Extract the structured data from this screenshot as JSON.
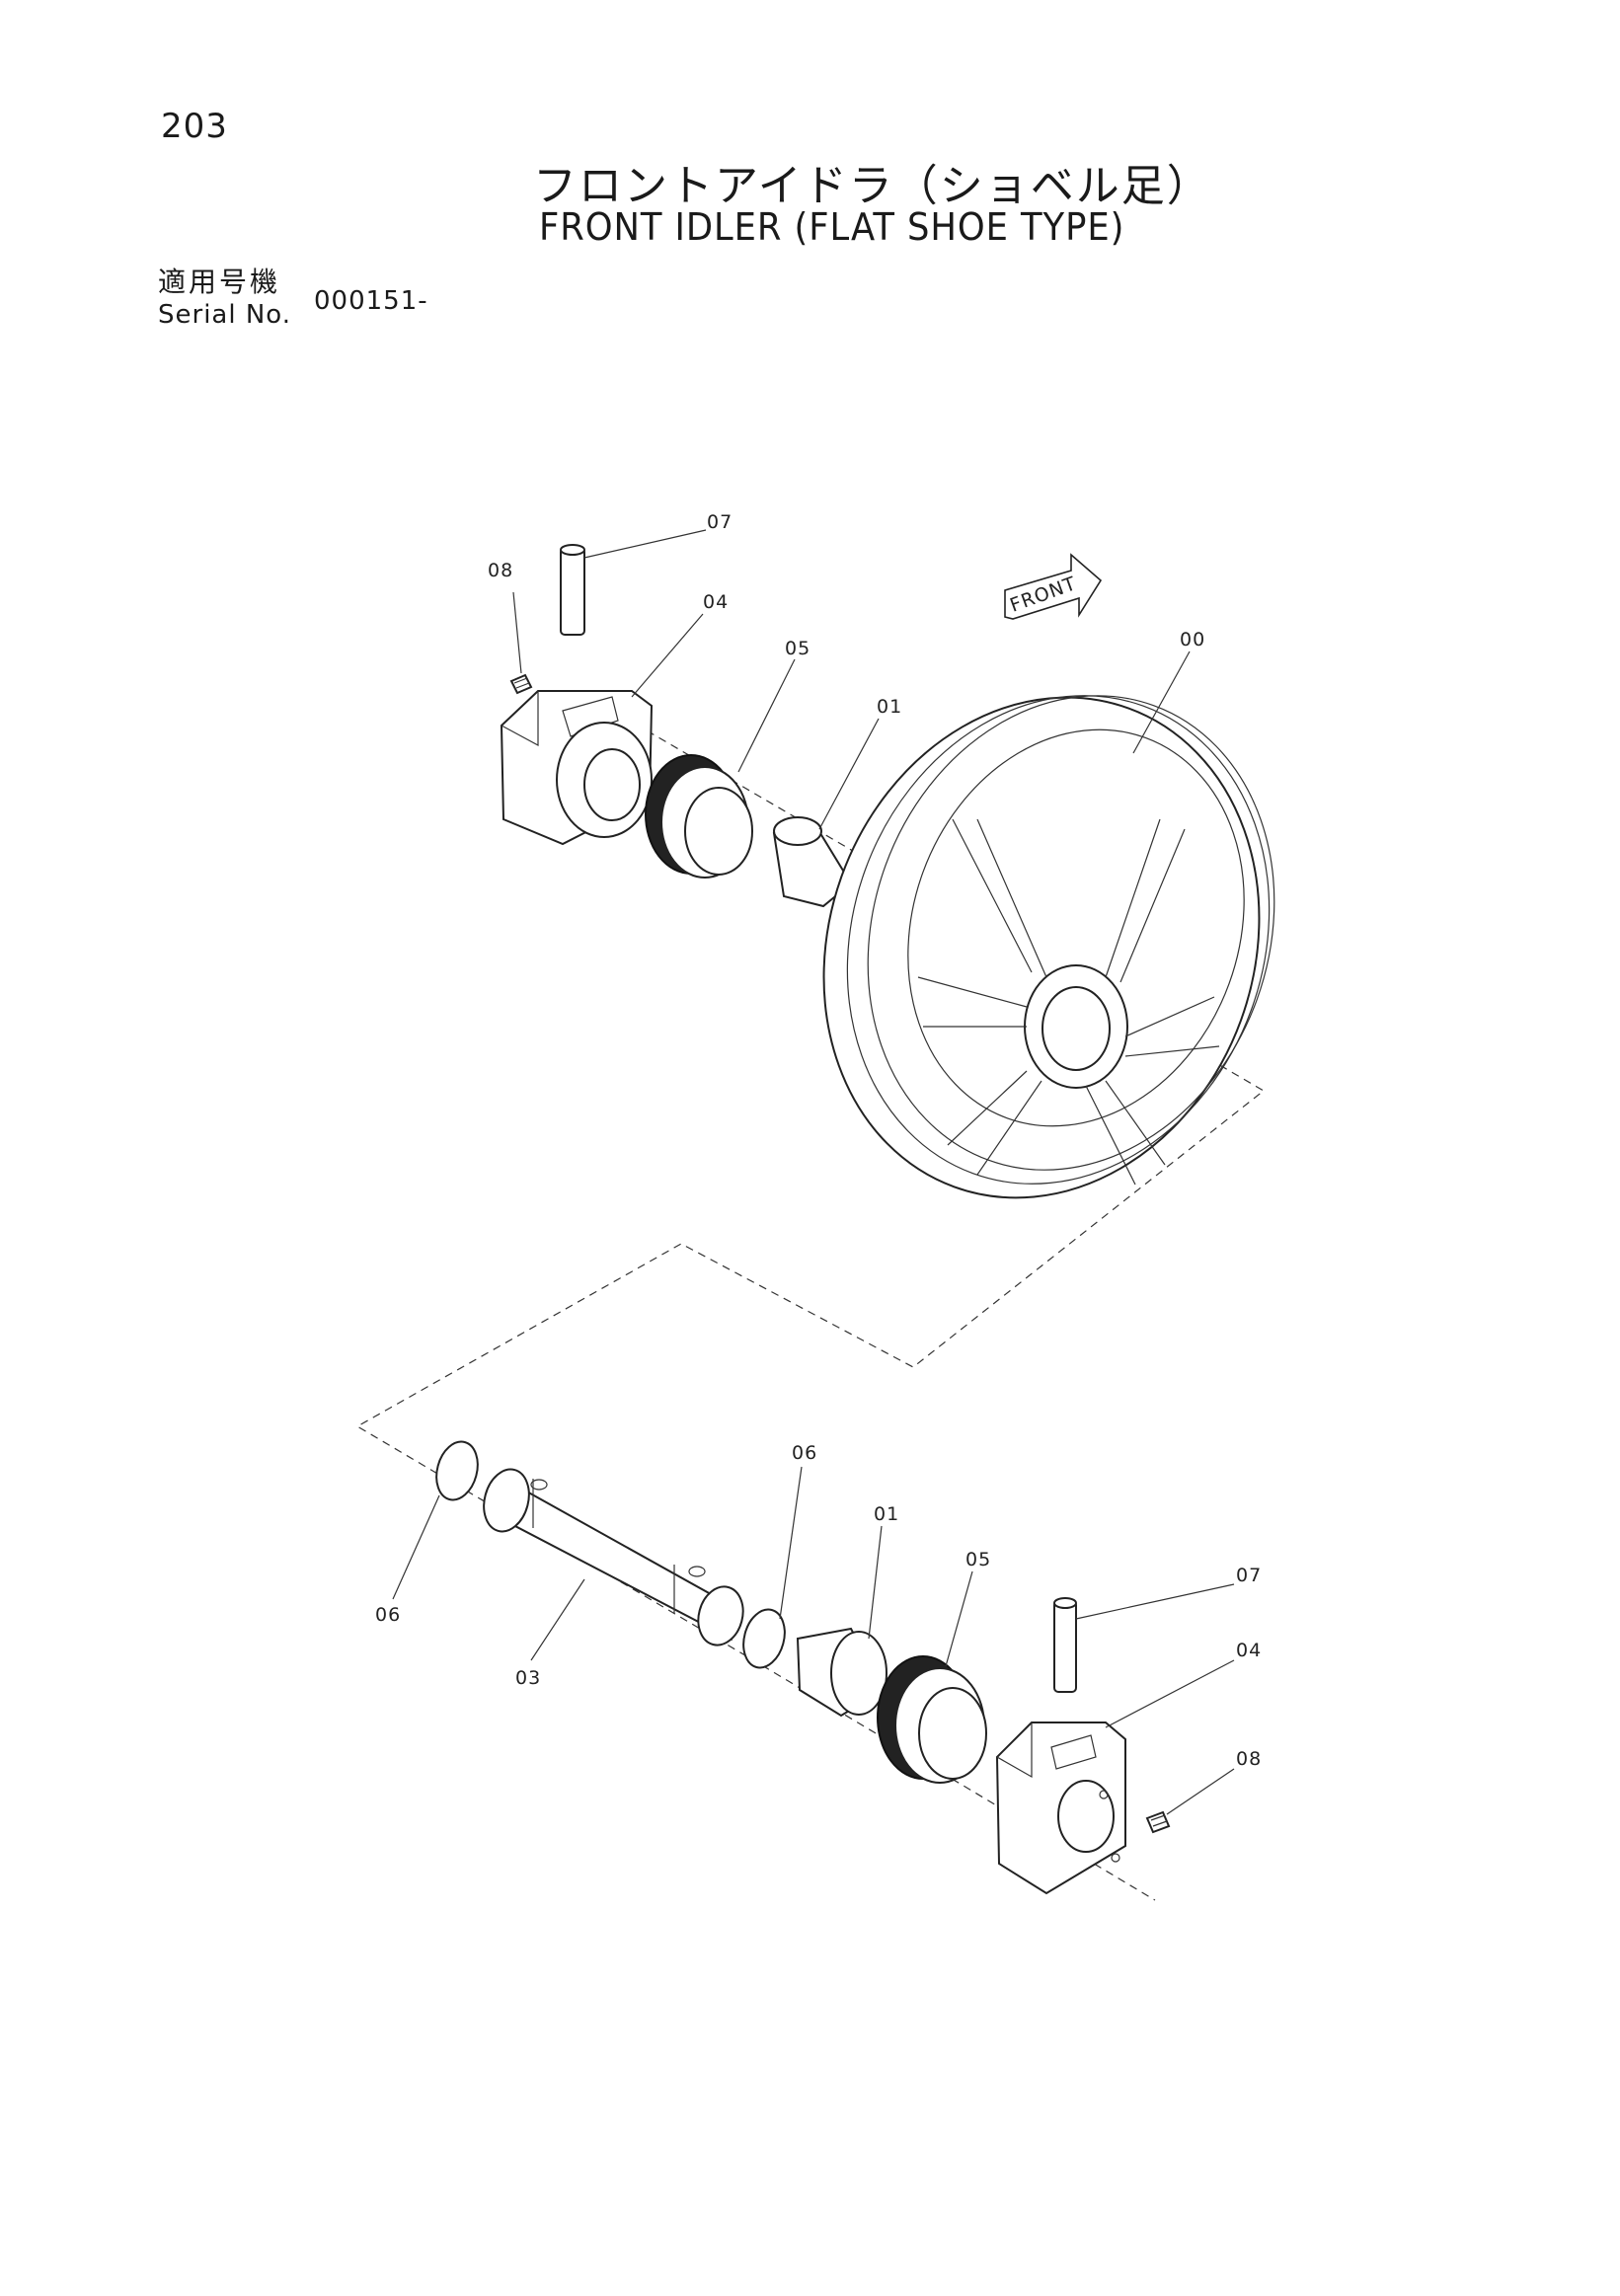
{
  "page": {
    "number": "203"
  },
  "title": {
    "jp": "フロントアイドラ（ショベル足）",
    "en": "FRONT IDLER (FLAT SHOE TYPE)"
  },
  "serial": {
    "label_jp": "適用号機",
    "label_en": "Serial No.",
    "value": "000151-"
  },
  "diagram": {
    "front_marker": "FRONT",
    "callouts": [
      "07",
      "08",
      "04",
      "05",
      "01",
      "00",
      "06",
      "06",
      "03",
      "01",
      "05",
      "07",
      "04",
      "08"
    ]
  }
}
